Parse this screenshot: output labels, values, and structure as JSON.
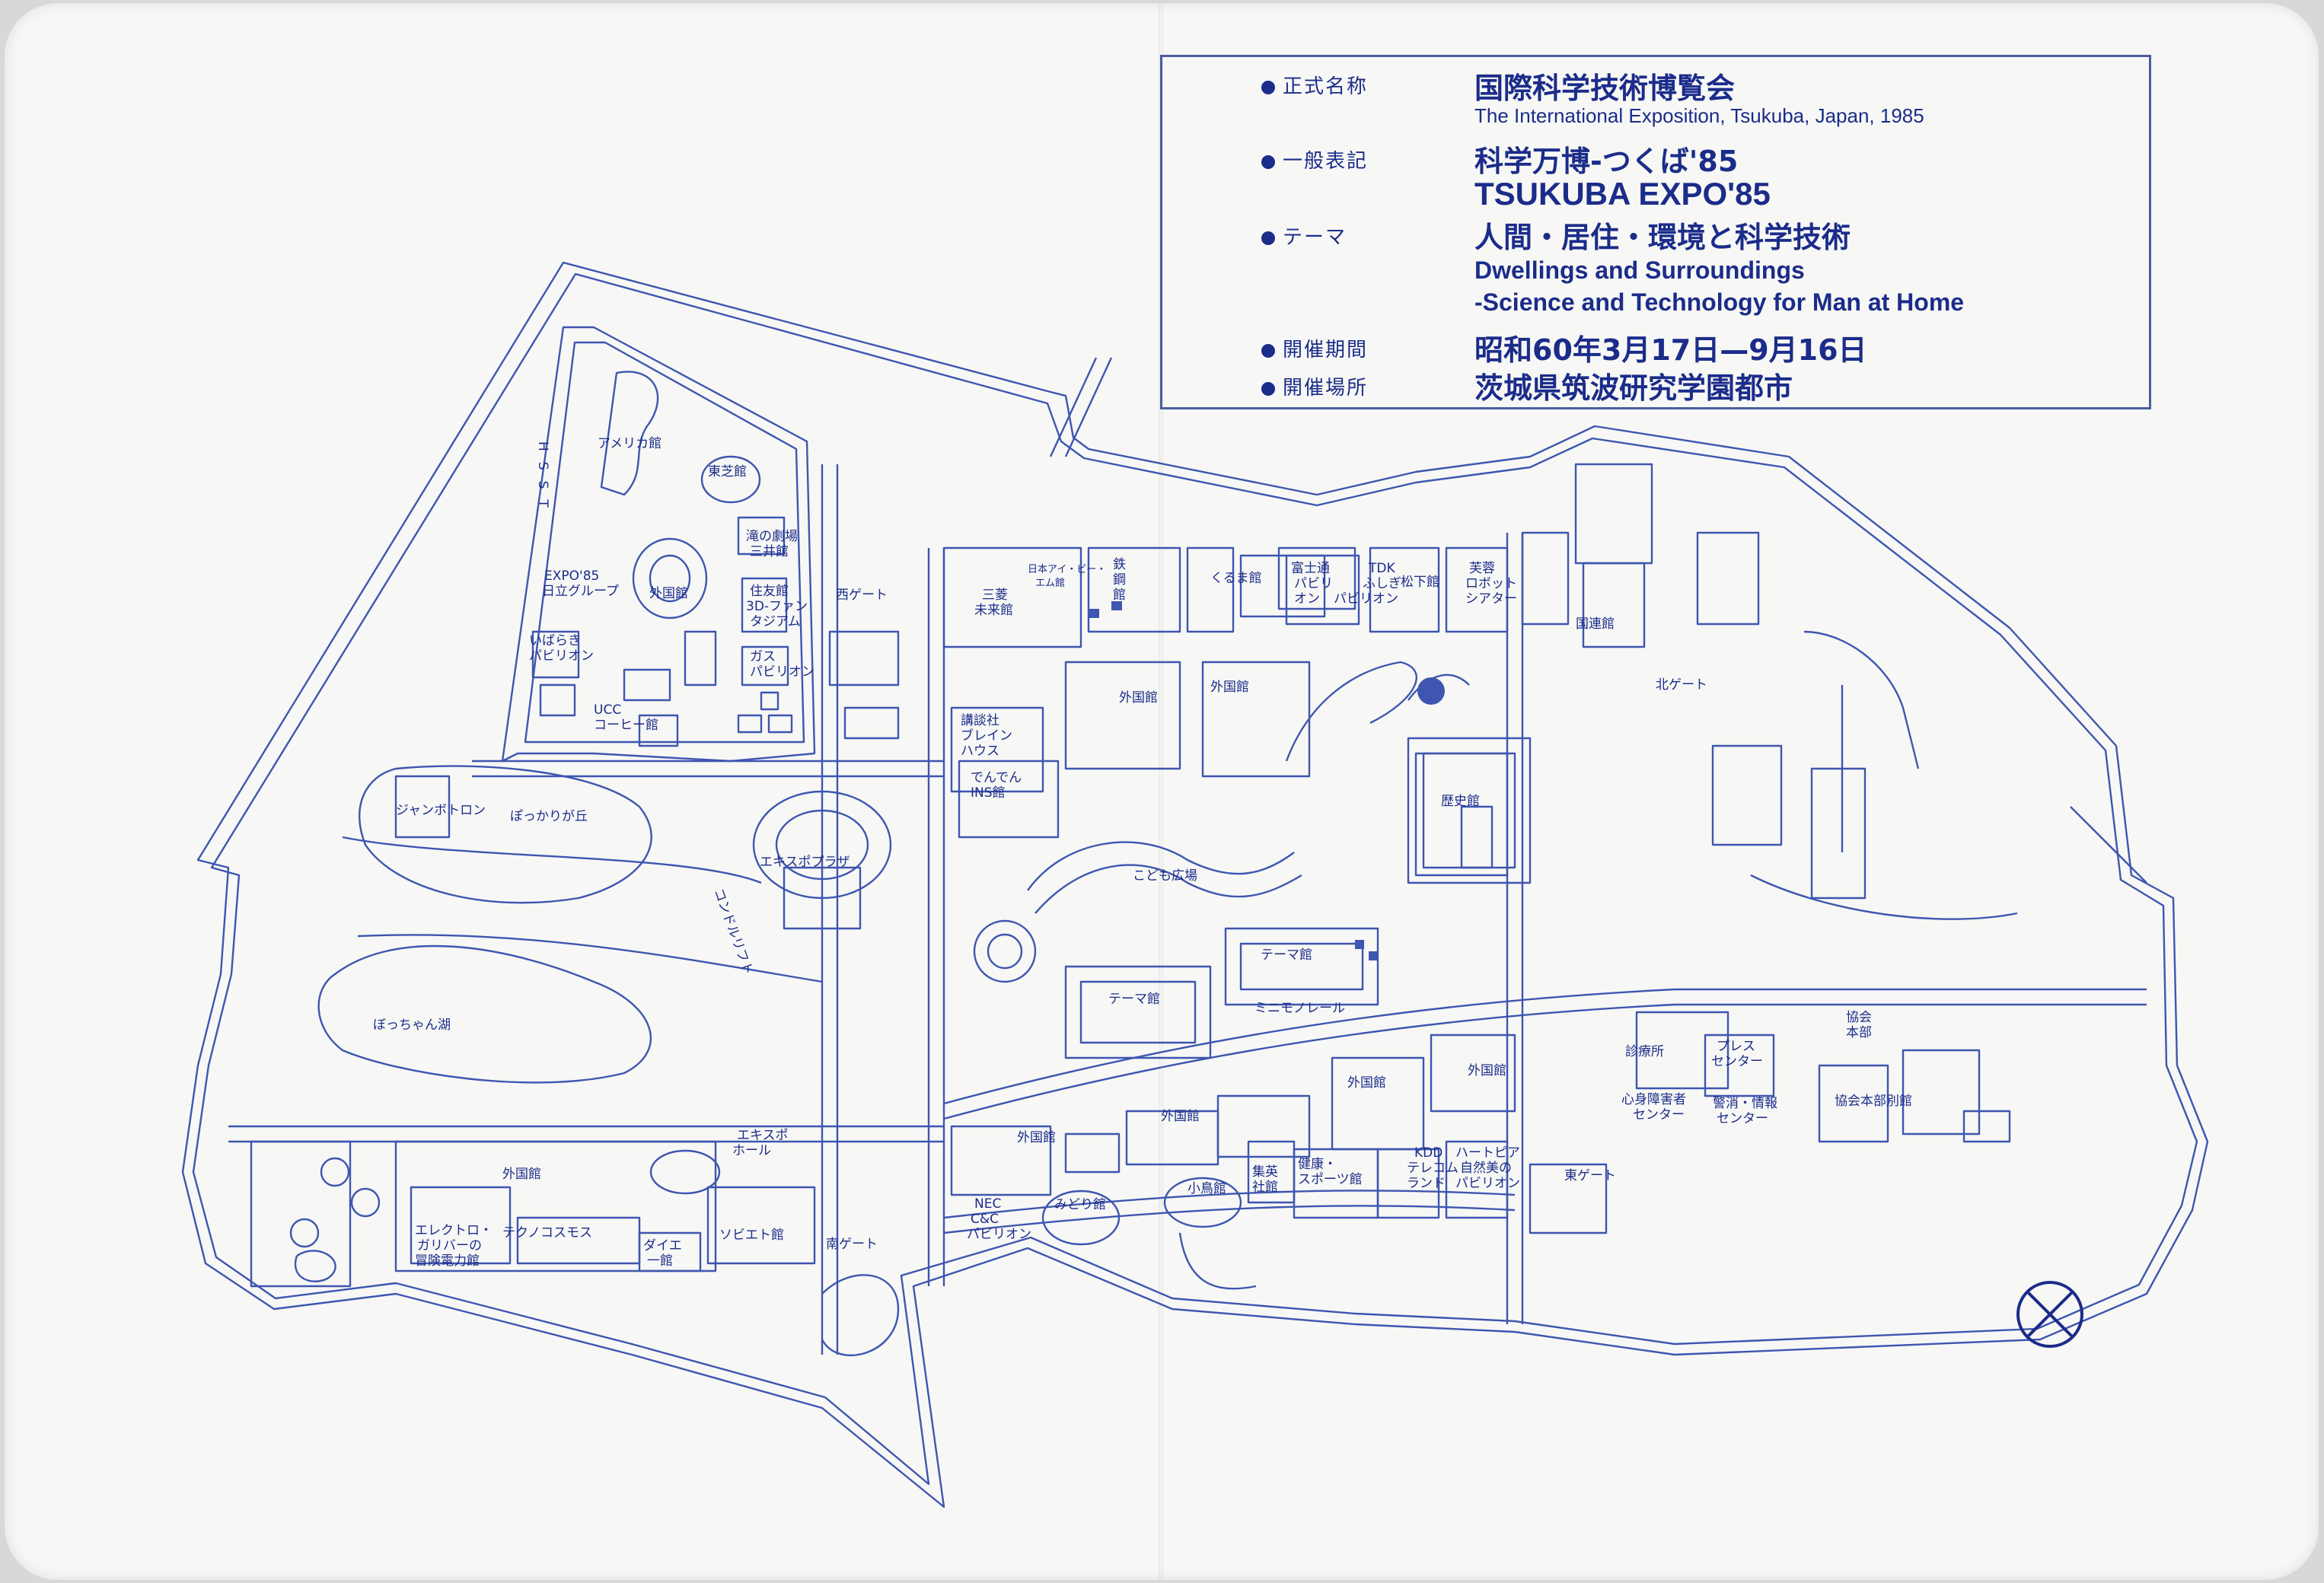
{
  "info": {
    "official_name_label": "正式名称",
    "official_name": "国際科学技術博覧会",
    "official_name_en": "The International Exposition, Tsukuba, Japan, 1985",
    "common_name_label": "一般表記",
    "common_name": "科学万博-つくば'85",
    "common_name_en": "TSUKUBA EXPO'85",
    "theme_label": "テーマ",
    "theme": "人間・居住・環境と科学技術",
    "theme_en_1": "Dwellings and Surroundings",
    "theme_en_2": "-Science and Technology for Man at Home",
    "period_label": "開催期間",
    "period": "昭和60年3月17日—9月16日",
    "venue_label": "開催場所",
    "venue": "茨城県筑波研究学園都市"
  },
  "map_labels": {
    "america": "アメリカ館",
    "toshiba": "東芝館",
    "taki": "滝の劇場",
    "mitsui": "三井館",
    "hitachi_1": "EXPO'85",
    "hitachi_2": "日立グループ",
    "foreign_nw": "外国館",
    "sumitomo_1": "住友館",
    "sumitomo_2": "3D-ファン",
    "sumitomo_3": "タジアム",
    "ibaraki_1": "いばらき",
    "ibaraki_2": "パビリオン",
    "gas_1": "ガス",
    "gas_2": "パビリオン",
    "ucc_1": "UCC",
    "ucc_2": "コーヒー館",
    "west_gate": "西ゲート",
    "jumbotron": "ジャンボトロン",
    "pokkari": "ぽっかりが丘",
    "expo_plaza": "エキスポプラザ",
    "condor_lift": "コンドルリフト",
    "bocchan": "ぼっちゃん湖",
    "hsst": "HSST",
    "mitsubishi_1": "三菱",
    "mitsubishi_2": "未来館",
    "ibm_1": "日本アイ・ビー・",
    "ibm_2": "エム館",
    "steel_1": "鉄",
    "steel_2": "鋼",
    "steel_3": "館",
    "kuruma": "くるま館",
    "fujitsu_1": "富士通",
    "fujitsu_2": "パビリ",
    "fujitsu_3": "オン",
    "tdk_1": "TDK",
    "tdk_2": "ふしぎ",
    "tdk_3": "パビリオン",
    "matsushita": "松下館",
    "fuyo_1": "芙蓉",
    "fuyo_2": "ロボット",
    "fuyo_3": "シアター",
    "un": "国連館",
    "north_gate": "北ゲート",
    "foreign_c1": "外国館",
    "foreign_c2": "外国館",
    "kodansha_1": "講談社",
    "kodansha_2": "ブレイン",
    "kodansha_3": "ハウス",
    "denden_1": "でんでん",
    "denden_2": "INS館",
    "kodomo": "こども広場",
    "history": "歴史館",
    "theme_pav_1": "テーマ館",
    "theme_pav_2": "テーマ館",
    "monorail": "ミニモノレール",
    "shinryo": "診療所",
    "press_1": "プレス",
    "press_2": "センター",
    "kyokai_1": "協会",
    "kyokai_2": "本部",
    "kyokai_bunkan": "協会本部別館",
    "handicap_1": "心身障害者",
    "handicap_2": "センター",
    "police_1": "警消・情報",
    "police_2": "センター",
    "foreign_s1": "外国館",
    "foreign_s2": "外国館",
    "foreign_s3": "外国館",
    "foreign_s4": "外国館",
    "expo_hall_1": "エキスポ",
    "expo_hall_2": "ホール",
    "shueisha_1": "集英",
    "shueisha_2": "社館",
    "health_1": "健康・",
    "health_2": "スポーツ館",
    "kdd_1": "KDD",
    "kdd_2": "テレコム",
    "kdd_3": "ランド",
    "heart_1": "ハートピア",
    "heart_2": "自然美の",
    "heart_3": "パビリオン",
    "east_gate": "東ゲート",
    "nec_1": "NEC",
    "nec_2": "C&C",
    "nec_3": "パビリオン",
    "midori": "みどり館",
    "kotori": "小鳥館",
    "south_gate": "南ゲート",
    "electro_1": "エレクトロ・",
    "electro_2": "ガリバーの",
    "electro_3": "冒険電力館",
    "technocosmos": "テクノコスモス",
    "daiei_1": "ダイエ",
    "daiei_2": "一館",
    "soviet": "ソビエト館"
  },
  "colors": {
    "ink": "#1b2c8a",
    "line": "#3e56b0",
    "paper": "#f7f7f5"
  },
  "icons": {
    "compass": "north-arrow-icon",
    "bullet": "bullet-dot-icon"
  }
}
